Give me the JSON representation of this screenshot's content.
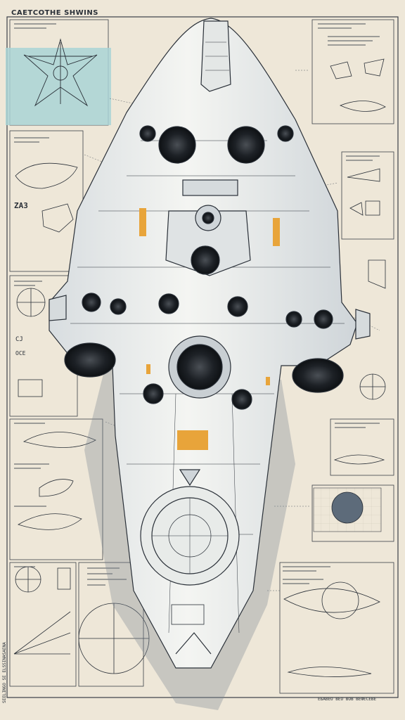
{
  "sheet": {
    "title": "САЕТСОТНЕ SHWINS",
    "section_code": "ZA3",
    "box_label_a": "CJ",
    "box_label_b": "OCE",
    "side_note": "SEELINGO SE ELSSINASAENA",
    "footer_note": "ЕБАВЕО ВЕО ВОВ ВЕФЕСЕВЕ"
  },
  "colors": {
    "paper": "#eee7d8",
    "ink": "#2a3038",
    "highlight_panel": "#a9d3d6",
    "accent_orange": "#e8a43a",
    "shadow": "#7d8a96"
  }
}
